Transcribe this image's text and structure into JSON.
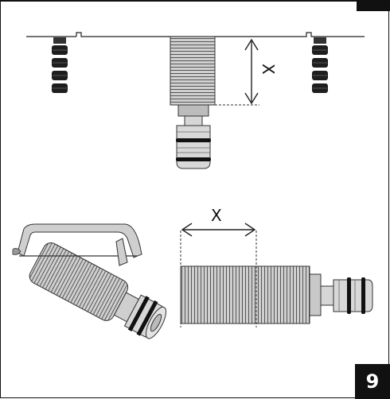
{
  "figure": {
    "top_dimension_label": "X",
    "bottom_dimension_label": "X",
    "page_number": "9"
  }
}
